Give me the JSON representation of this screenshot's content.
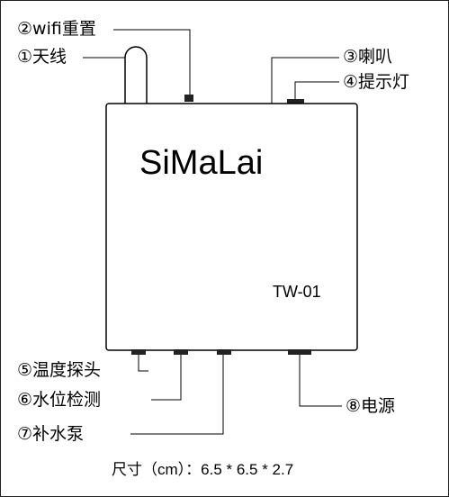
{
  "device": {
    "brand": "SiMaLai",
    "model": "TW-01"
  },
  "labels": {
    "wifi_reset": "②wifi重置",
    "antenna": "①天线",
    "speaker": "③喇叭",
    "indicator_light": "④提示灯",
    "temperature_probe": "⑤温度探头",
    "water_level": "⑥水位检测",
    "refill_pump": "⑦补水泵",
    "power": "⑧电源"
  },
  "dimensions": "尺寸（cm）：6.5 * 6.5 * 2.7"
}
